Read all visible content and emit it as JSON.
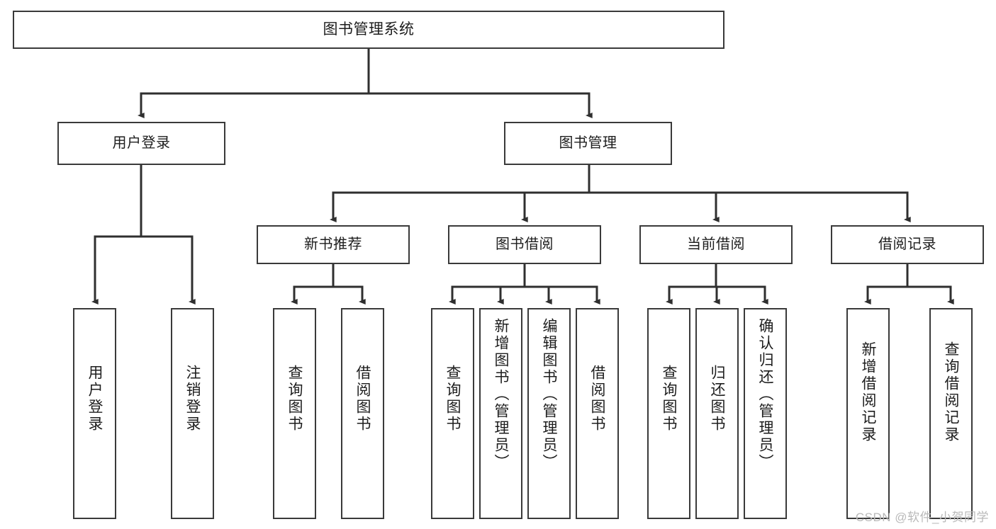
{
  "diagram": {
    "title": "图书管理系统",
    "type": "functional-structure-tree",
    "colors": {
      "box_border": "#3a3a3a",
      "box_fill": "#ffffff",
      "edge": "#2f2f2f",
      "text": "#1d1d1d",
      "watermark": "#b9b9b9",
      "background": "#ffffff"
    }
  },
  "nodes": {
    "root": {
      "label": "图书管理系统"
    },
    "level2": [
      {
        "label": "用户登录"
      },
      {
        "label": "图书管理"
      }
    ],
    "level3": [
      {
        "label": "新书推荐"
      },
      {
        "label": "图书借阅"
      },
      {
        "label": "当前借阅"
      },
      {
        "label": "借阅记录"
      }
    ],
    "leaves": {
      "user_login": [
        {
          "label": "用户登录"
        },
        {
          "label": "注销登录"
        }
      ],
      "new_book_recommend": [
        {
          "label": "查询图书"
        },
        {
          "label": "借阅图书"
        }
      ],
      "book_borrow": [
        {
          "label": "查询图书"
        },
        {
          "label": "新增图书（管理员）"
        },
        {
          "label": "编辑图书（管理员）"
        },
        {
          "label": "借阅图书"
        }
      ],
      "current_borrow": [
        {
          "label": "查询图书"
        },
        {
          "label": "归还图书"
        },
        {
          "label": "确认归还（管理员）"
        }
      ],
      "borrow_record": [
        {
          "label": "新增借阅记录"
        },
        {
          "label": "查询借阅记录"
        }
      ]
    }
  },
  "watermark": {
    "text": "CSDN @软件_小贺同学"
  }
}
